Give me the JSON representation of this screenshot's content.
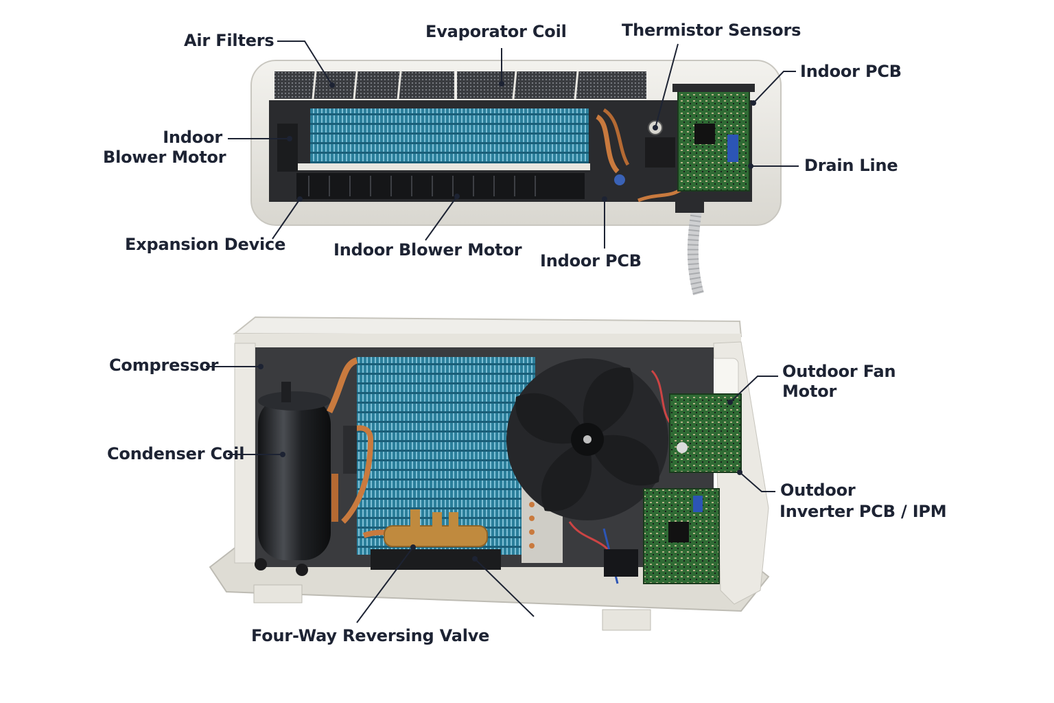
{
  "palette": {
    "ink": "#1d2333",
    "casing": "#e9e7e1",
    "coil": "#2b7f9b",
    "copper": "#c97a3e",
    "pcb": "#2f6b34",
    "dark": "#1e1f22"
  },
  "indoor_unit": {
    "labels": {
      "air_filters": "Air Filters",
      "evaporator_coil": "Evaporator Coil",
      "thermistor_sensors": "Thermistor Sensors",
      "indoor_pcb_top": "Indoor PCB",
      "indoor_blower_motor_left_1": "Indoor",
      "indoor_blower_motor_left_2": "Blower Motor",
      "drain_line": "Drain Line",
      "expansion_device": "Expansion Device",
      "indoor_blower_motor_bottom": "Indoor Blower Motor",
      "indoor_pcb_bottom": "Indoor PCB"
    }
  },
  "outdoor_unit": {
    "labels": {
      "compressor": "Compressor",
      "condenser_coil": "Condenser Coil",
      "outdoor_fan_motor_1": "Outdoor Fan",
      "outdoor_fan_motor_2": "Motor",
      "outdoor_inverter_1": "Outdoor",
      "outdoor_inverter_2": "Inverter PCB / IPM",
      "four_way_valve": "Four-Way Reversing Valve"
    }
  }
}
